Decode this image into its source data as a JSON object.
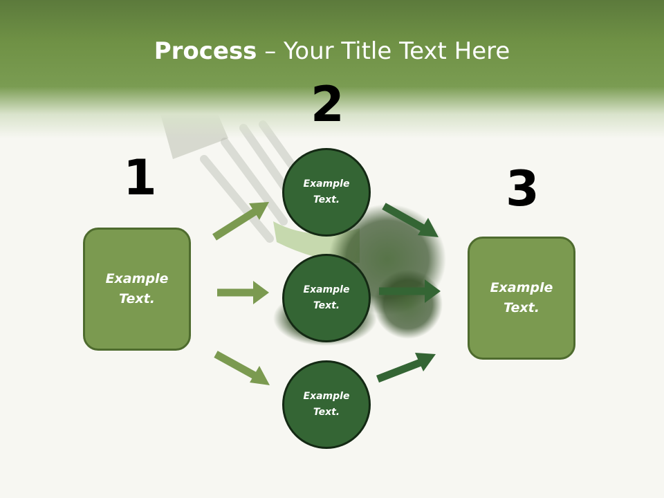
{
  "slide": {
    "title_bold": "Process",
    "title_rest": " – Your Title Text Here"
  },
  "steps": {
    "n1": "1",
    "n2": "2",
    "n3": "3"
  },
  "left_box": {
    "text": "Example\nText."
  },
  "right_box": {
    "text": "Example\nText."
  },
  "circles": [
    {
      "text": "Example\nText."
    },
    {
      "text": "Example\nText."
    },
    {
      "text": "Example\nText."
    }
  ],
  "colors": {
    "header_green": "#6f9145",
    "box_fill": "#7b9a50",
    "circle_fill": "#346534",
    "light_arrow": "#7b9a50",
    "dark_arrow": "#346534"
  }
}
